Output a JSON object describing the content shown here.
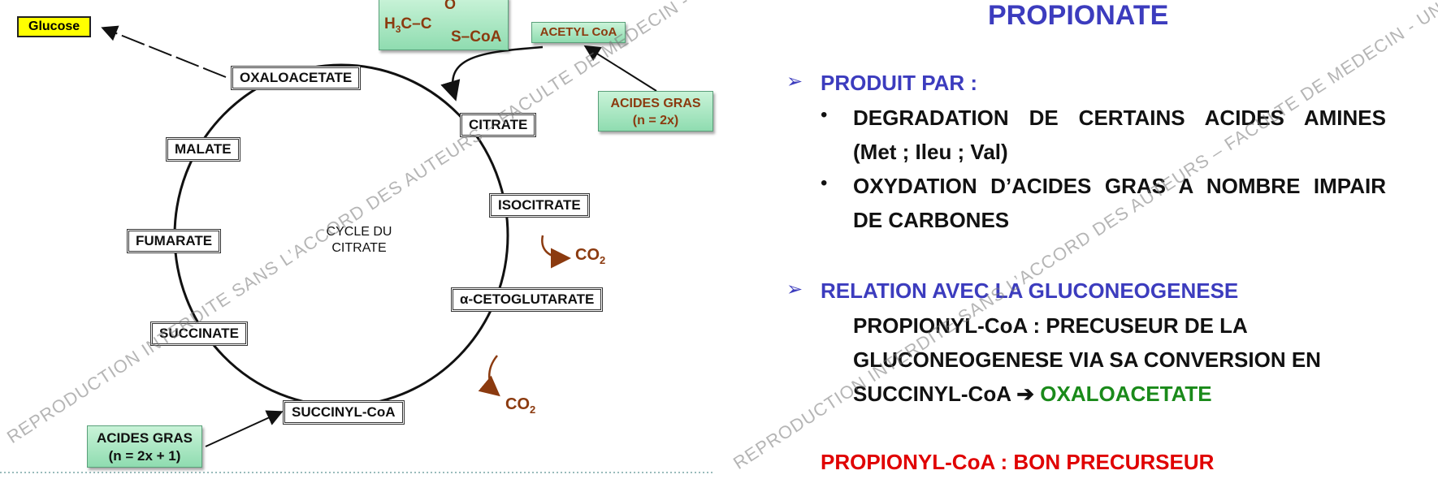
{
  "diagram": {
    "glucose": "Glucose",
    "acetyl_label": "ACETYL CoA",
    "acides_gras_top_line1": "ACIDES GRAS",
    "acides_gras_top_line2": "(n = 2x)",
    "acides_gras_bottom_line1": "ACIDES GRAS",
    "acides_gras_bottom_line2": "(n = 2x + 1)",
    "cycle_line1": "CYCLE DU",
    "cycle_line2": "CITRATE",
    "formula": {
      "h3c": "H",
      "sub3": "3",
      "c1": "C–C",
      "o": "O",
      "s": "S–CoA"
    },
    "co2": {
      "text": "CO",
      "sub": "2"
    },
    "nodes": {
      "oxaloacetate": "OXALOACETATE",
      "citrate": "CITRATE",
      "isocitrate": "ISOCITRATE",
      "cetoglutarate": "α-CETOGLUTARATE",
      "succinyl": "SUCCINYL-CoA",
      "succinate": "SUCCINATE",
      "fumarate": "FUMARATE",
      "malate": "MALATE"
    }
  },
  "slide": {
    "title": "PROPIONATE",
    "section1": "PRODUIT PAR :",
    "bullet1_line1": "DEGRADATION  DE  CERTAINS  ACIDES  AMINES",
    "bullet1_line2": "(Met ; Ileu ; Val)",
    "bullet2_line1": "OXYDATION  D’ACIDES  GRAS  A  NOMBRE  IMPAIR",
    "bullet2_line2": "DE CARBONES",
    "section2": "RELATION AVEC LA GLUCONEOGENESE",
    "rel_line1": "PROPIONYL-CoA : PRECUSEUR DE LA",
    "rel_line2": "GLUCONEOGENESE VIA SA CONVERSION EN",
    "rel_line3_a": "SUCCINYL-CoA ",
    "rel_line3_arrow": "➔",
    "rel_line3_b": " OXALOACETATE",
    "footer": "PROPIONYL-CoA : BON PRECURSEUR",
    "bullet_glyph": "•",
    "arrow_glyph": "➢"
  },
  "watermarks": {
    "left": "REPRODUCTION INTERDITE SANS L’ACCORD DES AUTEURS – FACULTE DE MEDECIN - UNS",
    "right": "REPRODUCTION INTERDITE SANS L’ACCORD DES AUTEURS – FACULTE DE MEDECIN - UNS"
  },
  "colors": {
    "blue": "#3c3cbe",
    "green": "#1a8a1a",
    "red": "#e00000",
    "brown": "#8b3a0f"
  }
}
